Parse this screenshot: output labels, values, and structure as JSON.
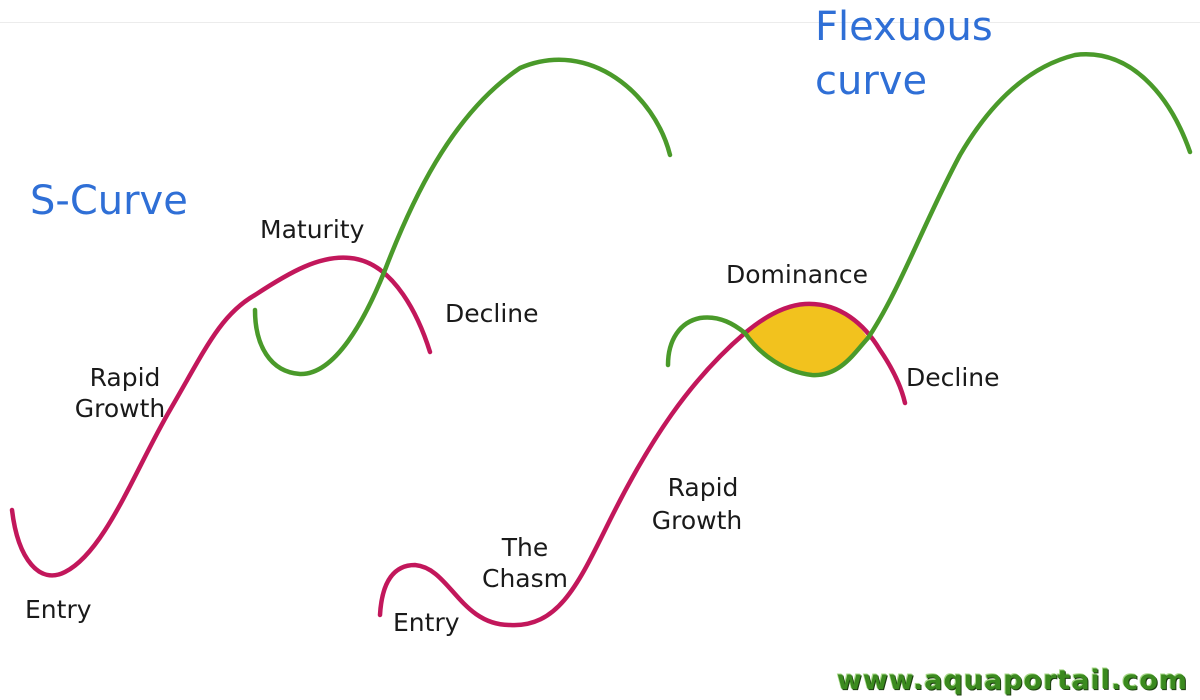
{
  "colors": {
    "s_curve": "#c2175b",
    "flex_curve": "#4a9a2a",
    "dominance_fill": "#f2c21e",
    "title": "#2f6fd6",
    "watermark": "#3b8a1f"
  },
  "s_curve_diagram": {
    "title": "S-Curve",
    "labels": {
      "entry": "Entry",
      "rapid_growth_1": "Rapid",
      "rapid_growth_2": "Growth",
      "maturity": "Maturity",
      "decline": "Decline"
    }
  },
  "flexuous_diagram": {
    "title_1": "Flexuous",
    "title_2": "curve",
    "labels": {
      "entry": "Entry",
      "chasm_1": "The",
      "chasm_2": "Chasm",
      "rapid_growth_1": "Rapid",
      "rapid_growth_2": "Growth",
      "dominance": "Dominance",
      "decline": "Decline"
    }
  },
  "watermark": "www.aquaportail.com"
}
